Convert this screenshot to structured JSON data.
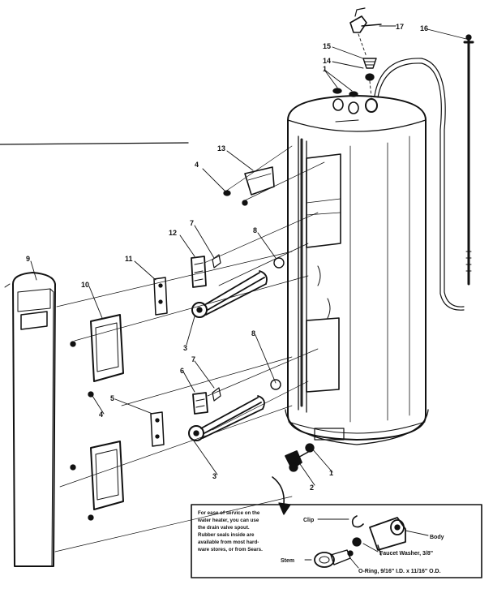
{
  "diagram": {
    "callouts": {
      "n1": "1",
      "n2": "2",
      "n3": "3",
      "n4": "4",
      "n5": "5",
      "n6": "6",
      "n7": "7",
      "n8": "8",
      "n9": "9",
      "n10": "10",
      "n11": "11",
      "n12": "12",
      "n13": "13",
      "n14": "14",
      "n15": "15",
      "n16": "16",
      "n17": "17"
    },
    "inset": {
      "note_lines": [
        "For ease of service on the",
        "water heater, you can use",
        "the drain valve spout.",
        "Rubber seals inside are",
        "available from most hard-",
        "ware stores, or from Sears."
      ],
      "labels": {
        "clip": "Clip",
        "body": "Body",
        "faucet_washer": "Faucet Washer, 3/8\"",
        "stem": "Stem",
        "o_ring": "O-Ring, 9/16\" I.D. x 11/16\" O.D."
      }
    }
  }
}
